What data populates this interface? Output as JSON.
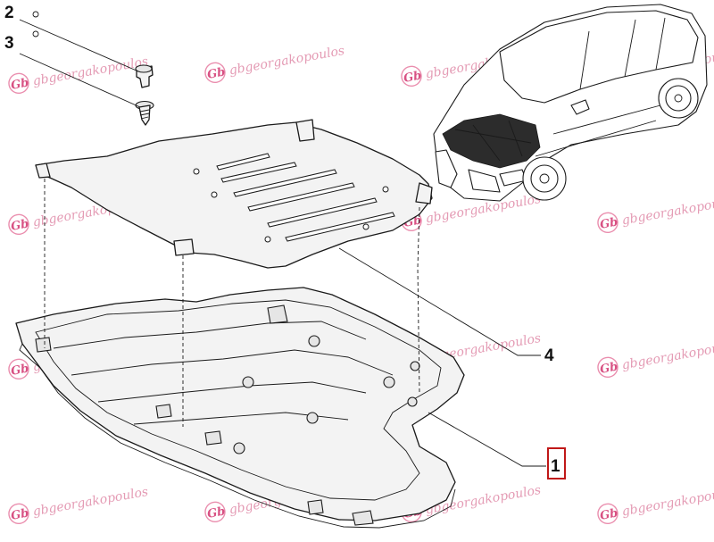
{
  "diagram": {
    "callouts": [
      {
        "id": "1",
        "label": "1",
        "highlighted": true
      },
      {
        "id": "2",
        "label": "2",
        "highlighted": false
      },
      {
        "id": "3",
        "label": "3",
        "highlighted": false
      },
      {
        "id": "4",
        "label": "4",
        "highlighted": false
      }
    ],
    "watermark": {
      "text": "gbgeorgakopoulos",
      "logo_glyph": "Gb",
      "color": "#e08aa8"
    },
    "colors": {
      "line": "#1a1a1a",
      "highlight": "#c01818",
      "background": "#ffffff"
    }
  }
}
